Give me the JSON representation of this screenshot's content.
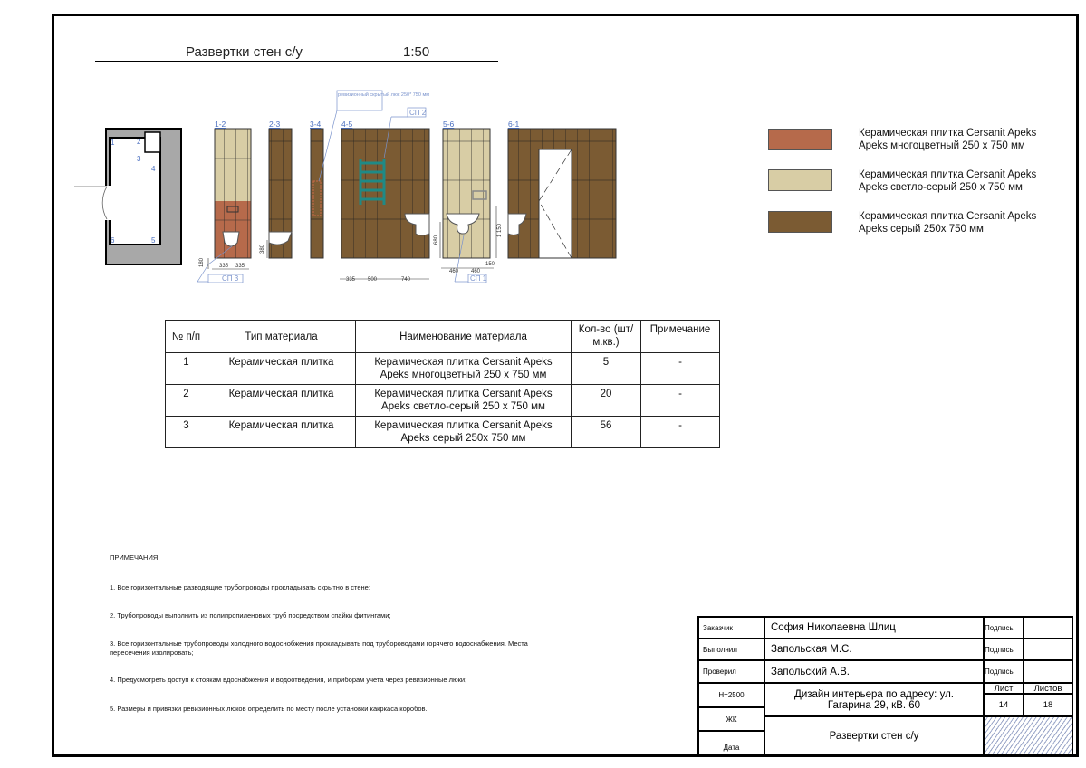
{
  "header": {
    "title": "Развертки стен с/у",
    "scale": "1:50"
  },
  "colors": {
    "tile_multicolor": "#b66a4b",
    "tile_lightgray": "#d8cda5",
    "tile_gray": "#7b5b33",
    "wall": "#a8a8a8",
    "annotation": "#4a6fc0",
    "towel_rail": "#1f8a86"
  },
  "drawing": {
    "plan_points": [
      "1",
      "2",
      "3",
      "4",
      "5",
      "6"
    ],
    "elevation_labels": [
      "1-2",
      "2-3",
      "3-4",
      "4-5",
      "5-6",
      "6-1"
    ],
    "callout_hatch": "ревизионный скрытый люк 250* 750 мм",
    "callouts": [
      "СП 2",
      "СП 3",
      "СП 1"
    ],
    "dims": {
      "d180": "180",
      "d335a": "335",
      "d335b": "335",
      "d380": "380",
      "d335c": "335",
      "d500": "500",
      "d740": "740",
      "d680": "680",
      "d1150": "1 150",
      "d460a": "460",
      "d460b": "460",
      "d150": "150"
    }
  },
  "legend": [
    {
      "line1": "Керамическая плитка Cersanit Apeks",
      "line2": "Apeks многоцветный 250 х 750 мм"
    },
    {
      "line1": "Керамическая плитка Cersanit Apeks",
      "line2": "Apeks светло-серый 250 х 750 мм"
    },
    {
      "line1": "Керамическая плитка Cersanit Apeks",
      "line2": "Apeks серый 250х 750 мм"
    }
  ],
  "table": {
    "headers": [
      "№ п/п",
      "Тип материала",
      "Наименование материала",
      "Кол-во (шт/м.кв.)",
      "Примечание"
    ],
    "rows": [
      {
        "n": "1",
        "type": "Керамическая плитка",
        "name1": "Керамическая плитка Cersanit Apeks",
        "name2": "Apeks многоцветный 250 х 750 мм",
        "qty": "5",
        "note": "-"
      },
      {
        "n": "2",
        "type": "Керамическая плитка",
        "name1": "Керамическая плитка Cersanit Apeks",
        "name2": "Apeks светло-серый 250 х 750 мм",
        "qty": "20",
        "note": "-"
      },
      {
        "n": "3",
        "type": "Керамическая плитка",
        "name1": "Керамическая плитка Cersanit Apeks",
        "name2": "Apeks серый 250х 750 мм",
        "qty": "56",
        "note": "-"
      }
    ]
  },
  "notes": {
    "title": "ПРИМЕЧАНИЯ",
    "items": [
      "1.  Все горизонтальные разводящие трубопроводы прокладывать скрытно в стене;",
      "2. Трубопроводы выполнить из полипропиленовых труб посредством спайки фитингами;",
      "3. Все горизонтальные трубопроводы холодного водоснобжения прокладывать под трубороводами горячего водоснабжения. Места пересечения изолировать;",
      "4. Предусмотреть доступ к стоякам вдоснабжения и водоотведения, и приборам учета через ревизионные люки;",
      "5. Размеры и привязки ревизионных люков определить по месту после установки какркаса коробов."
    ]
  },
  "title_block": {
    "customer_label": "Заказчик",
    "customer": "София Николаевна Шлиц",
    "done_label": "Выполнил",
    "done": "Запольская М.С.",
    "checked_label": "Проверил",
    "checked": "Запольский А.В.",
    "sign_label": "Подпись",
    "height": "Н=2500",
    "zhk": "ЖК",
    "date_label": "Дата",
    "project": "Дизайн интерьера по адресу: ул. Гагарина 29, кВ. 60",
    "sheet_label": "Лист",
    "sheets_label": "Листов",
    "sheet": "14",
    "sheets": "18",
    "sheet_title": "Развертки стен с/у"
  }
}
